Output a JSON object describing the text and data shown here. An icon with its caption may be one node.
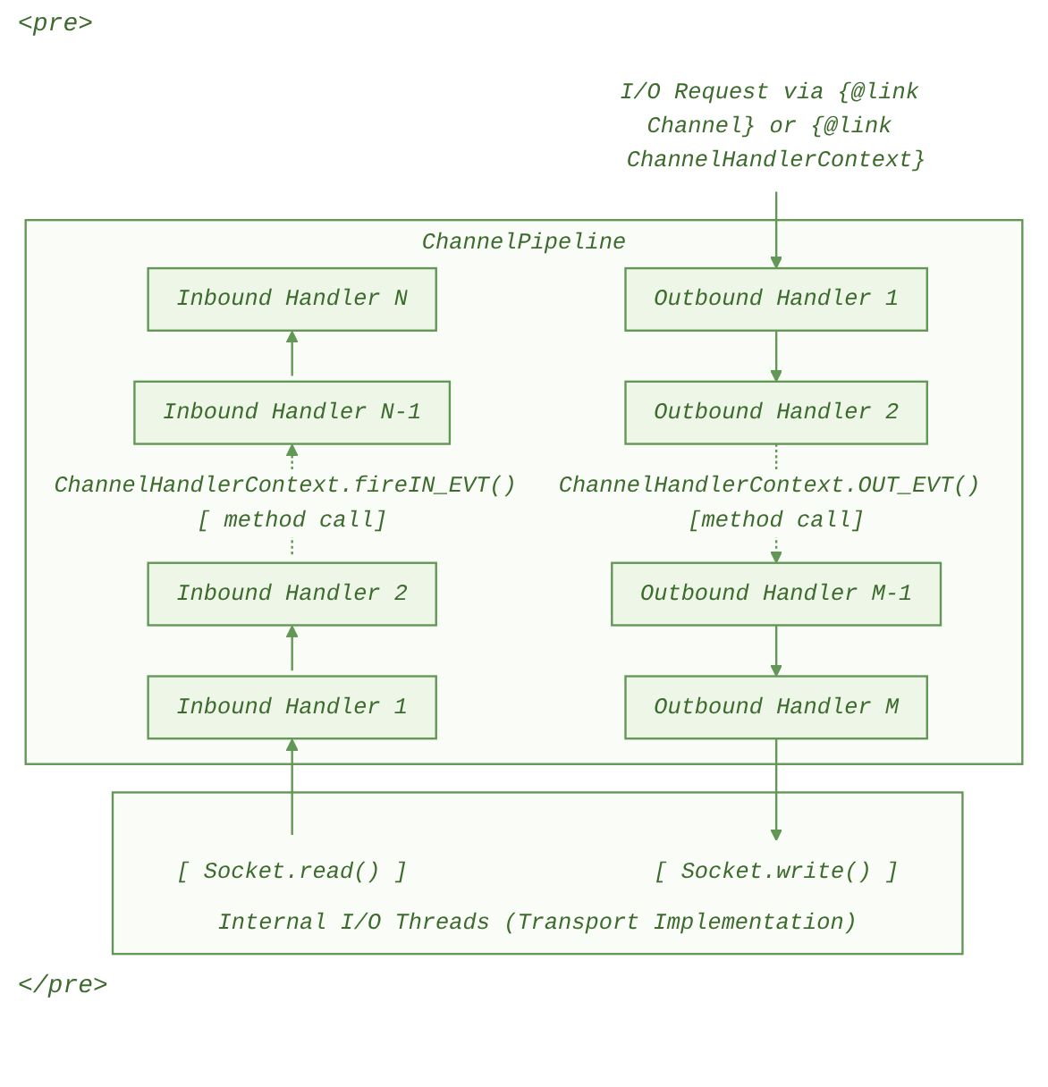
{
  "diagram": {
    "nodes": [
      {
        "text": [
          "I/O Request via {@link Channel} or {@link ChannelHandlerContext}"
        ]
      },
      {
        "text": [
          "ChannelPipeline"
        ]
      },
      {
        "text": [
          "Inbound Handler N"
        ],
        "in": 1
      },
      {
        "text": [
          "Outbound Handler 1"
        ],
        "in": 1
      },
      {
        "text": [
          "Inbound Handler N-1"
        ],
        "in": 1
      },
      {
        "text": [
          "Outbound Handler 2"
        ],
        "in": 1
      },
      {
        "text": [
          "Inbound Handler 2"
        ],
        "in": 1
      },
      {
        "text": [
          "Outbound Handler M-1"
        ],
        "in": 1
      },
      {
        "text": [
          "Inbound Handler 1"
        ],
        "in": 1
      },
      {
        "text": [
          "Outbound Handler M"
        ],
        "in": 1
      },
      {
        "text": [
          "Internal I/O Threads (Transport Implementation)"
        ]
      },
      {
        "text": [
          "[ Socket.read() ]"
        ],
        "in": 10
      },
      {
        "text": [
          "[ Socket.write() ]"
        ],
        "in": 10
      }
    ],
    "edges": [
      {
        "from": 0,
        "to": 3,
        "arrow": "to"
      },
      {
        "from": 4,
        "to": 2,
        "arrow": "to"
      },
      {
        "from": 3,
        "to": 5,
        "arrow": "to"
      },
      {
        "from": 6,
        "to": 4,
        "arrow": "to",
        "label": "ChannelHandlerContext.fireIN_EVT() [ method call]",
        "style": "dashed"
      },
      {
        "from": 5,
        "to": 7,
        "arrow": "to",
        "label": "ChannelHandlerContext.OUT_EVT() [method call]",
        "style": "dashed"
      },
      {
        "from": 8,
        "to": 6,
        "arrow": "to"
      },
      {
        "from": 7,
        "to": 9,
        "arrow": "to"
      },
      {
        "from": 11,
        "to": 8,
        "arrow": "to"
      },
      {
        "from": 9,
        "to": 12,
        "arrow": "to"
      }
    ],
    "labels": [
      "<pre>",
      "</pre>"
    ]
  }
}
